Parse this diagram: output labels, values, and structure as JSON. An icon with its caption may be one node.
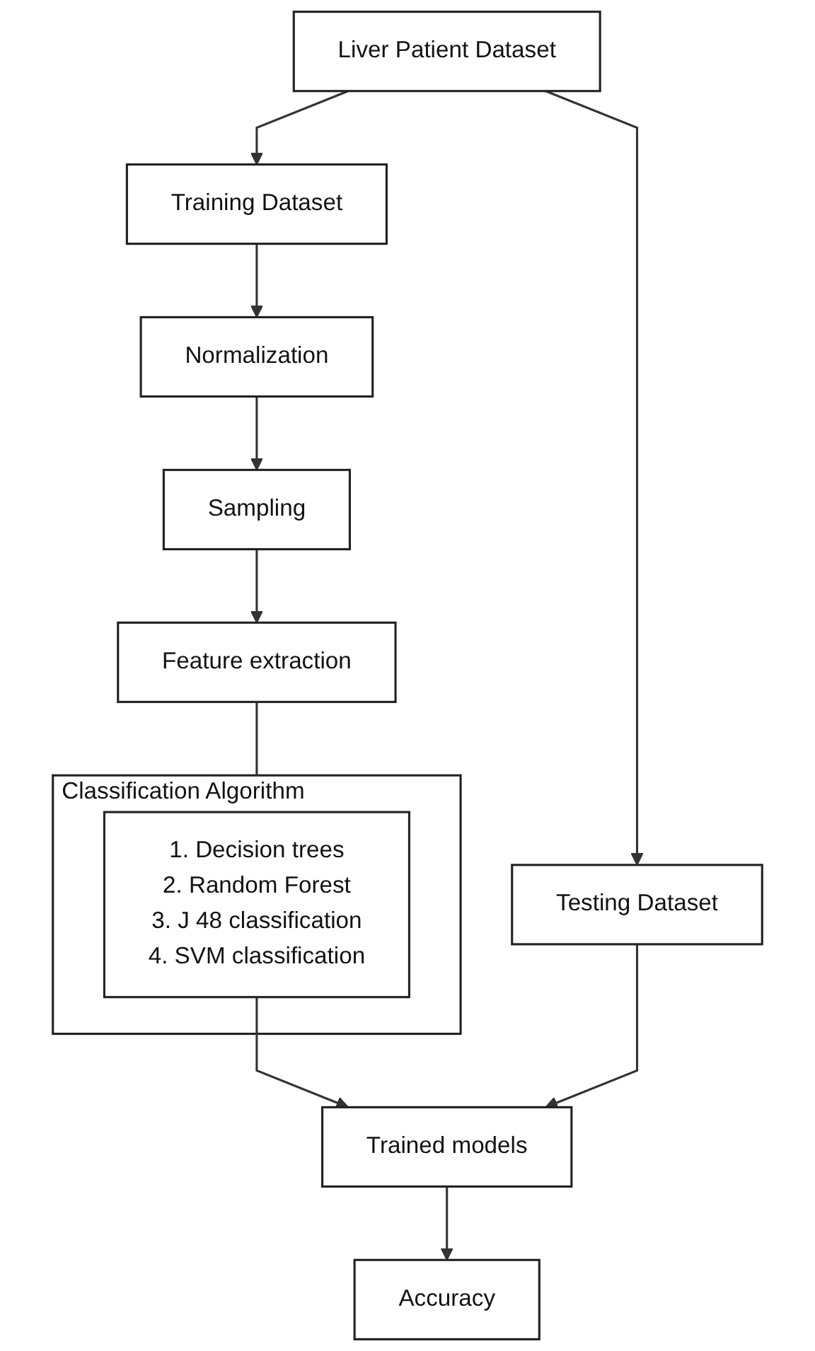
{
  "diagram": {
    "nodes": [
      {
        "text": [
          "Liver Patient Dataset"
        ]
      },
      {
        "text": [
          "Training Dataset"
        ]
      },
      {
        "text": [
          "Testing Dataset"
        ]
      },
      {
        "text": [
          "Normalization"
        ]
      },
      {
        "text": [
          "Sampling"
        ]
      },
      {
        "text": [
          "Feature extraction"
        ]
      },
      {
        "text": [
          "Classification Algorithm"
        ]
      },
      {
        "text": [
          "1. Decision trees",
          "2. Random Forest",
          "3. J 48 classification",
          "4. SVM classification"
        ],
        "in": 6
      },
      {
        "text": [
          "Trained models"
        ]
      },
      {
        "text": [
          "Accuracy"
        ]
      }
    ],
    "edges": [
      {
        "from": 0,
        "to": 1,
        "arrow": "to"
      },
      {
        "from": 0,
        "to": 2,
        "arrow": "to"
      },
      {
        "from": 1,
        "to": 3,
        "arrow": "to"
      },
      {
        "from": 3,
        "to": 4,
        "arrow": "to"
      },
      {
        "from": 4,
        "to": 5,
        "arrow": "to"
      },
      {
        "from": 5,
        "to": 6,
        "arrow": "none"
      },
      {
        "from": 7,
        "to": 8,
        "arrow": "to"
      },
      {
        "from": 2,
        "to": 8,
        "arrow": "to"
      },
      {
        "from": 8,
        "to": 9,
        "arrow": "to"
      }
    ]
  }
}
